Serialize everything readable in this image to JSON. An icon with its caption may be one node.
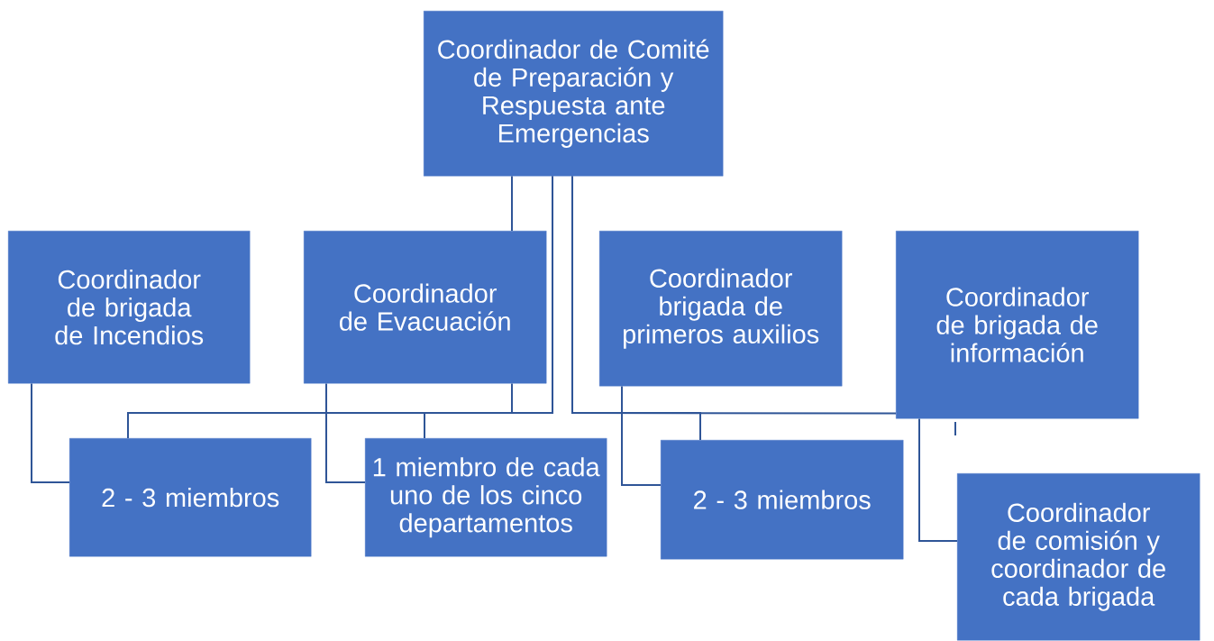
{
  "diagram": {
    "nodes": [
      {
        "text": [
          "Coordinador de Comité de Preparación y Respuesta ante Emergencias"
        ]
      },
      {
        "text": [
          "Coordinador de brigada de Incendios"
        ]
      },
      {
        "text": [
          "Coordinador de Evacuación"
        ]
      },
      {
        "text": [
          "Coordinador brigada de primeros auxilios"
        ]
      },
      {
        "text": [
          "Coordinador de brigada de información"
        ]
      },
      {
        "text": [
          "2 - 3 miembros"
        ]
      },
      {
        "text": [
          "1 miembro de cada uno de los cinco departamentos"
        ]
      },
      {
        "text": [
          "2 - 3 miembros"
        ]
      },
      {
        "text": [
          "Coordinador de comisión y coordinador de cada brigada"
        ]
      }
    ],
    "edges": [
      {
        "from": 0,
        "to": 2,
        "arrow": "none"
      },
      {
        "from": 0,
        "to": 5,
        "arrow": "none"
      },
      {
        "from": 0,
        "to": 6,
        "arrow": "none"
      },
      {
        "from": 0,
        "to": 7,
        "arrow": "none"
      },
      {
        "from": 0,
        "to": 4,
        "arrow": "none"
      },
      {
        "from": 1,
        "to": 5,
        "arrow": "none"
      },
      {
        "from": 2,
        "to": 6,
        "arrow": "none"
      },
      {
        "from": 3,
        "to": 7,
        "arrow": "none"
      },
      {
        "from": 4,
        "to": 8,
        "arrow": "none"
      },
      {
        "from": 2,
        "to": 5,
        "arrow": "none"
      }
    ]
  }
}
